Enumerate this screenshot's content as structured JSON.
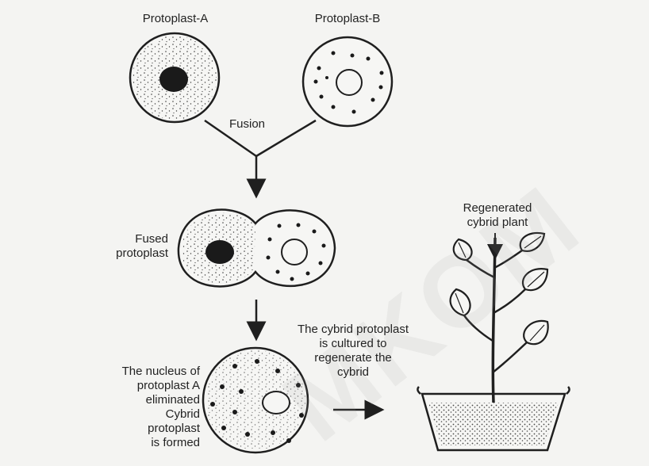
{
  "labels": {
    "protoplast_a": "Protoplast-A",
    "protoplast_b": "Protoplast-B",
    "fusion": "Fusion",
    "fused_protoplast_line1": "Fused",
    "fused_protoplast_line2": "protoplast",
    "cultured_line1": "The cybrid protoplast",
    "cultured_line2": "is cultured to",
    "cultured_line3": "regenerate the",
    "cultured_line4": "cybrid",
    "nucleus_line1": "The nucleus of",
    "nucleus_line2": "protoplast A",
    "nucleus_line3": "eliminated",
    "nucleus_line4": "Cybrid",
    "nucleus_line5": "protoplast",
    "nucleus_line6": "is formed",
    "regenerated_line1": "Regenerated",
    "regenerated_line2": "cybrid plant"
  },
  "watermark": "MKOM",
  "colors": {
    "background": "#f4f4f2",
    "ink": "#1f1f1f"
  }
}
